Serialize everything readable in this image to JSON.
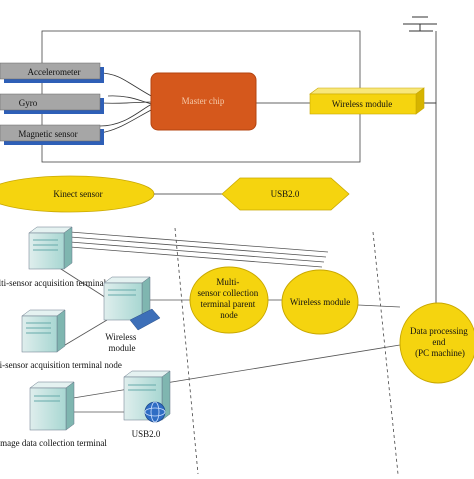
{
  "sensors": {
    "accelerometer": "Accelerometer",
    "gyro": "Gyro",
    "magnetic": "Magnetic sensor"
  },
  "master_chip": "Master chip",
  "wireless_module_top": "Wireless module",
  "kinect_sensor": "Kinect sensor",
  "usb_top": "USB2.0",
  "nodes": {
    "terminal_node_1": "Multi-sensor acquisition terminal node",
    "terminal_node_2": "Multi-sensor acquisition terminal node",
    "wireless_server_label_1": "Wireless",
    "wireless_server_label_2": "module",
    "image_terminal": "Image data collection terminal",
    "usb_bottom": "USB2.0"
  },
  "circles": {
    "parent_node_1": "Multi-",
    "parent_node_2": "sensor collection",
    "parent_node_3": "terminal parent",
    "parent_node_4": "node",
    "wireless_module": "Wireless module",
    "data_end_1": "Data processing",
    "data_end_2": "end",
    "data_end_3": "(PC machine)"
  },
  "colors": {
    "sensor_box": "#a6a6a6",
    "sensor_shadow": "#2e5fb7",
    "master_chip": "#d5581c",
    "yellow": "#f5d40f",
    "yellow_stroke": "#c9a800",
    "server_teal": "#9bd5cf",
    "line": "#333333"
  }
}
